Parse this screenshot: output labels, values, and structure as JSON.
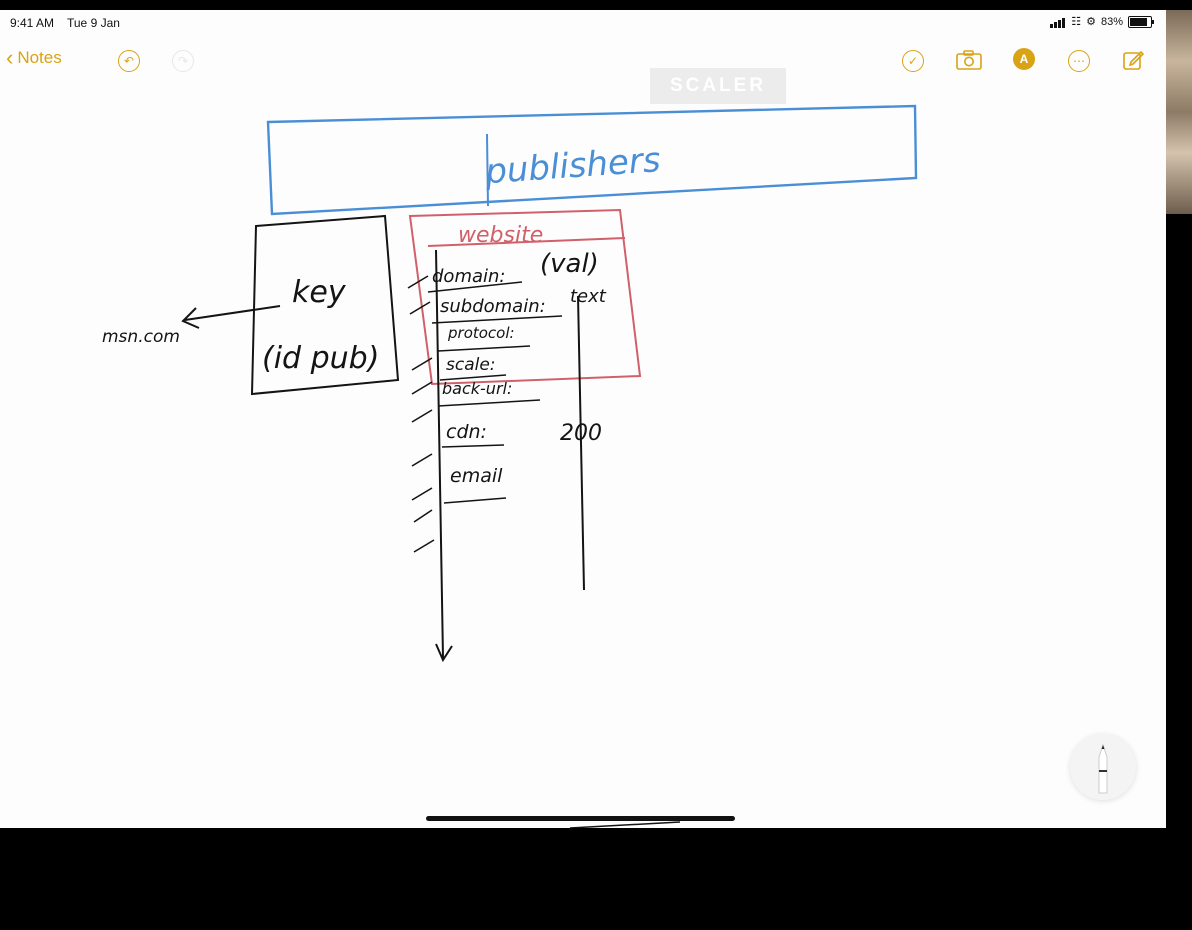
{
  "status_bar": {
    "time": "9:41 AM",
    "date": "Tue 9 Jan",
    "battery": "83%"
  },
  "toolbar": {
    "back_label": "Notes",
    "icons": [
      "undo-icon",
      "redo-icon",
      "checklist-icon",
      "camera-icon",
      "markup-pen-icon",
      "more-icon",
      "compose-icon"
    ]
  },
  "watermark": "SCALER",
  "sketch": {
    "title": "publishers",
    "key_label": "key",
    "key_sub": "(id pub)",
    "arrow_label": "msn.com",
    "table_title": "website",
    "val_label": "(val)",
    "text_label": "text",
    "fields": [
      "domain:",
      "subdomain:",
      "protocol:",
      "scale:",
      "back-url:",
      "cdn:",
      "email"
    ],
    "cdn_value": "200"
  },
  "colors": {
    "accent": "#d9a316",
    "publishers_box": "#4a8fd6",
    "website_box": "#d0606a",
    "ink": "#141414"
  }
}
